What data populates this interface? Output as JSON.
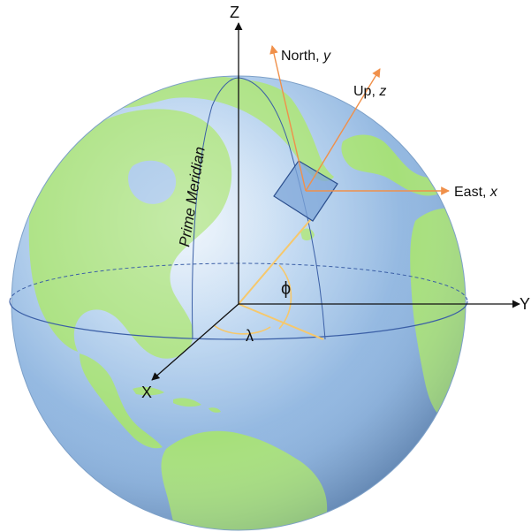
{
  "labels": {
    "axis_z": "Z",
    "axis_y": "Y",
    "axis_x": "X",
    "north_word": "North, ",
    "north_var": "y",
    "up_word": "Up, ",
    "up_var": "z",
    "east_word": "East, ",
    "east_var": "x",
    "prime_meridian": "Prime Meridian",
    "phi": "ϕ",
    "lambda": "λ"
  },
  "colors": {
    "ocean": "#9fc1e6",
    "land": "#a6e07a",
    "local_frame_arrows": "#f0904a",
    "angle_lines": "#f6c86c",
    "axes": "#111111",
    "grid_lines": "#3b5fa6"
  }
}
